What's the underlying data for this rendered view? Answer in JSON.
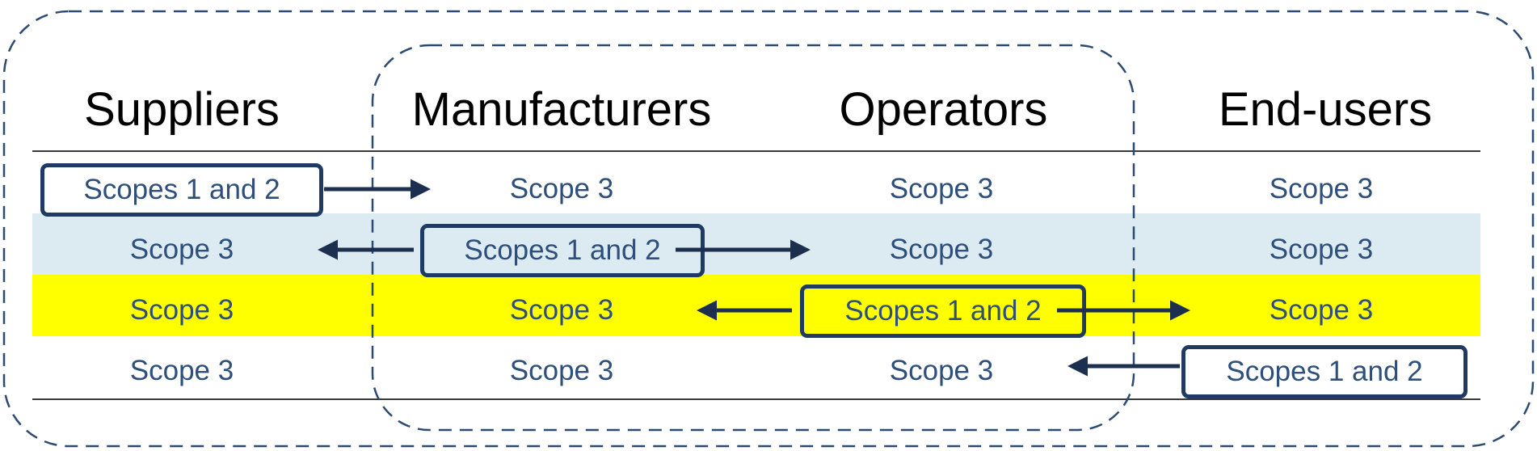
{
  "colors": {
    "text": "#2e4f7c",
    "box_border": "#1f3b63",
    "arrow": "#1c2f4f",
    "dashed_outline": "#2d4b72",
    "row_manufacturers_highlight": "#dbebf1",
    "row_operators_highlight": "#ffff00"
  },
  "headers": [
    "Suppliers",
    "Manufacturers",
    "Operators",
    "End-users"
  ],
  "rows": [
    {
      "actor": "Suppliers",
      "cells": [
        "Scopes 1 and 2",
        "Scope 3",
        "Scope 3",
        "Scope 3"
      ]
    },
    {
      "actor": "Manufacturers",
      "cells": [
        "Scope 3",
        "Scopes 1 and 2",
        "Scope 3",
        "Scope 3"
      ]
    },
    {
      "actor": "Operators",
      "cells": [
        "Scope 3",
        "Scope 3",
        "Scopes 1 and 2",
        "Scope 3"
      ]
    },
    {
      "actor": "End-users",
      "cells": [
        "Scope 3",
        "Scope 3",
        "Scope 3",
        "Scopes 1 and 2"
      ]
    }
  ]
}
